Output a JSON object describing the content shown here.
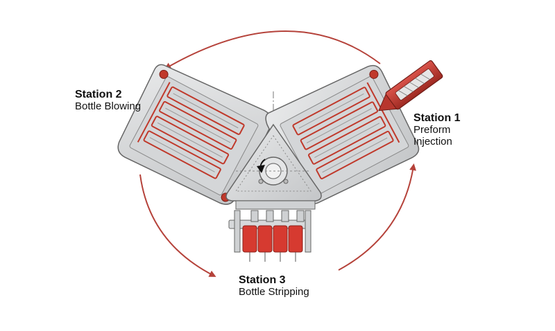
{
  "colors": {
    "accent": "#c0392b",
    "arrow": "#b5423a",
    "metal": "#d9dadb",
    "metal_dark": "#a9abad",
    "outline": "#555555"
  },
  "stations": [
    {
      "id": "station-1",
      "title": "Station 1",
      "lines": [
        "Preform",
        "Injection"
      ]
    },
    {
      "id": "station-2",
      "title": "Station 2",
      "lines": [
        "Bottle Blowing"
      ]
    },
    {
      "id": "station-3",
      "title": "Station 3",
      "lines": [
        "Bottle Stripping"
      ]
    }
  ],
  "rotation_arrows": [
    {
      "name": "arrow-top",
      "direction": "counter-clockwise"
    },
    {
      "name": "arrow-left",
      "direction": "counter-clockwise"
    },
    {
      "name": "arrow-bottom-right",
      "direction": "counter-clockwise"
    }
  ],
  "icons": [
    "injection-nozzle-icon",
    "rotation-direction-icon"
  ]
}
